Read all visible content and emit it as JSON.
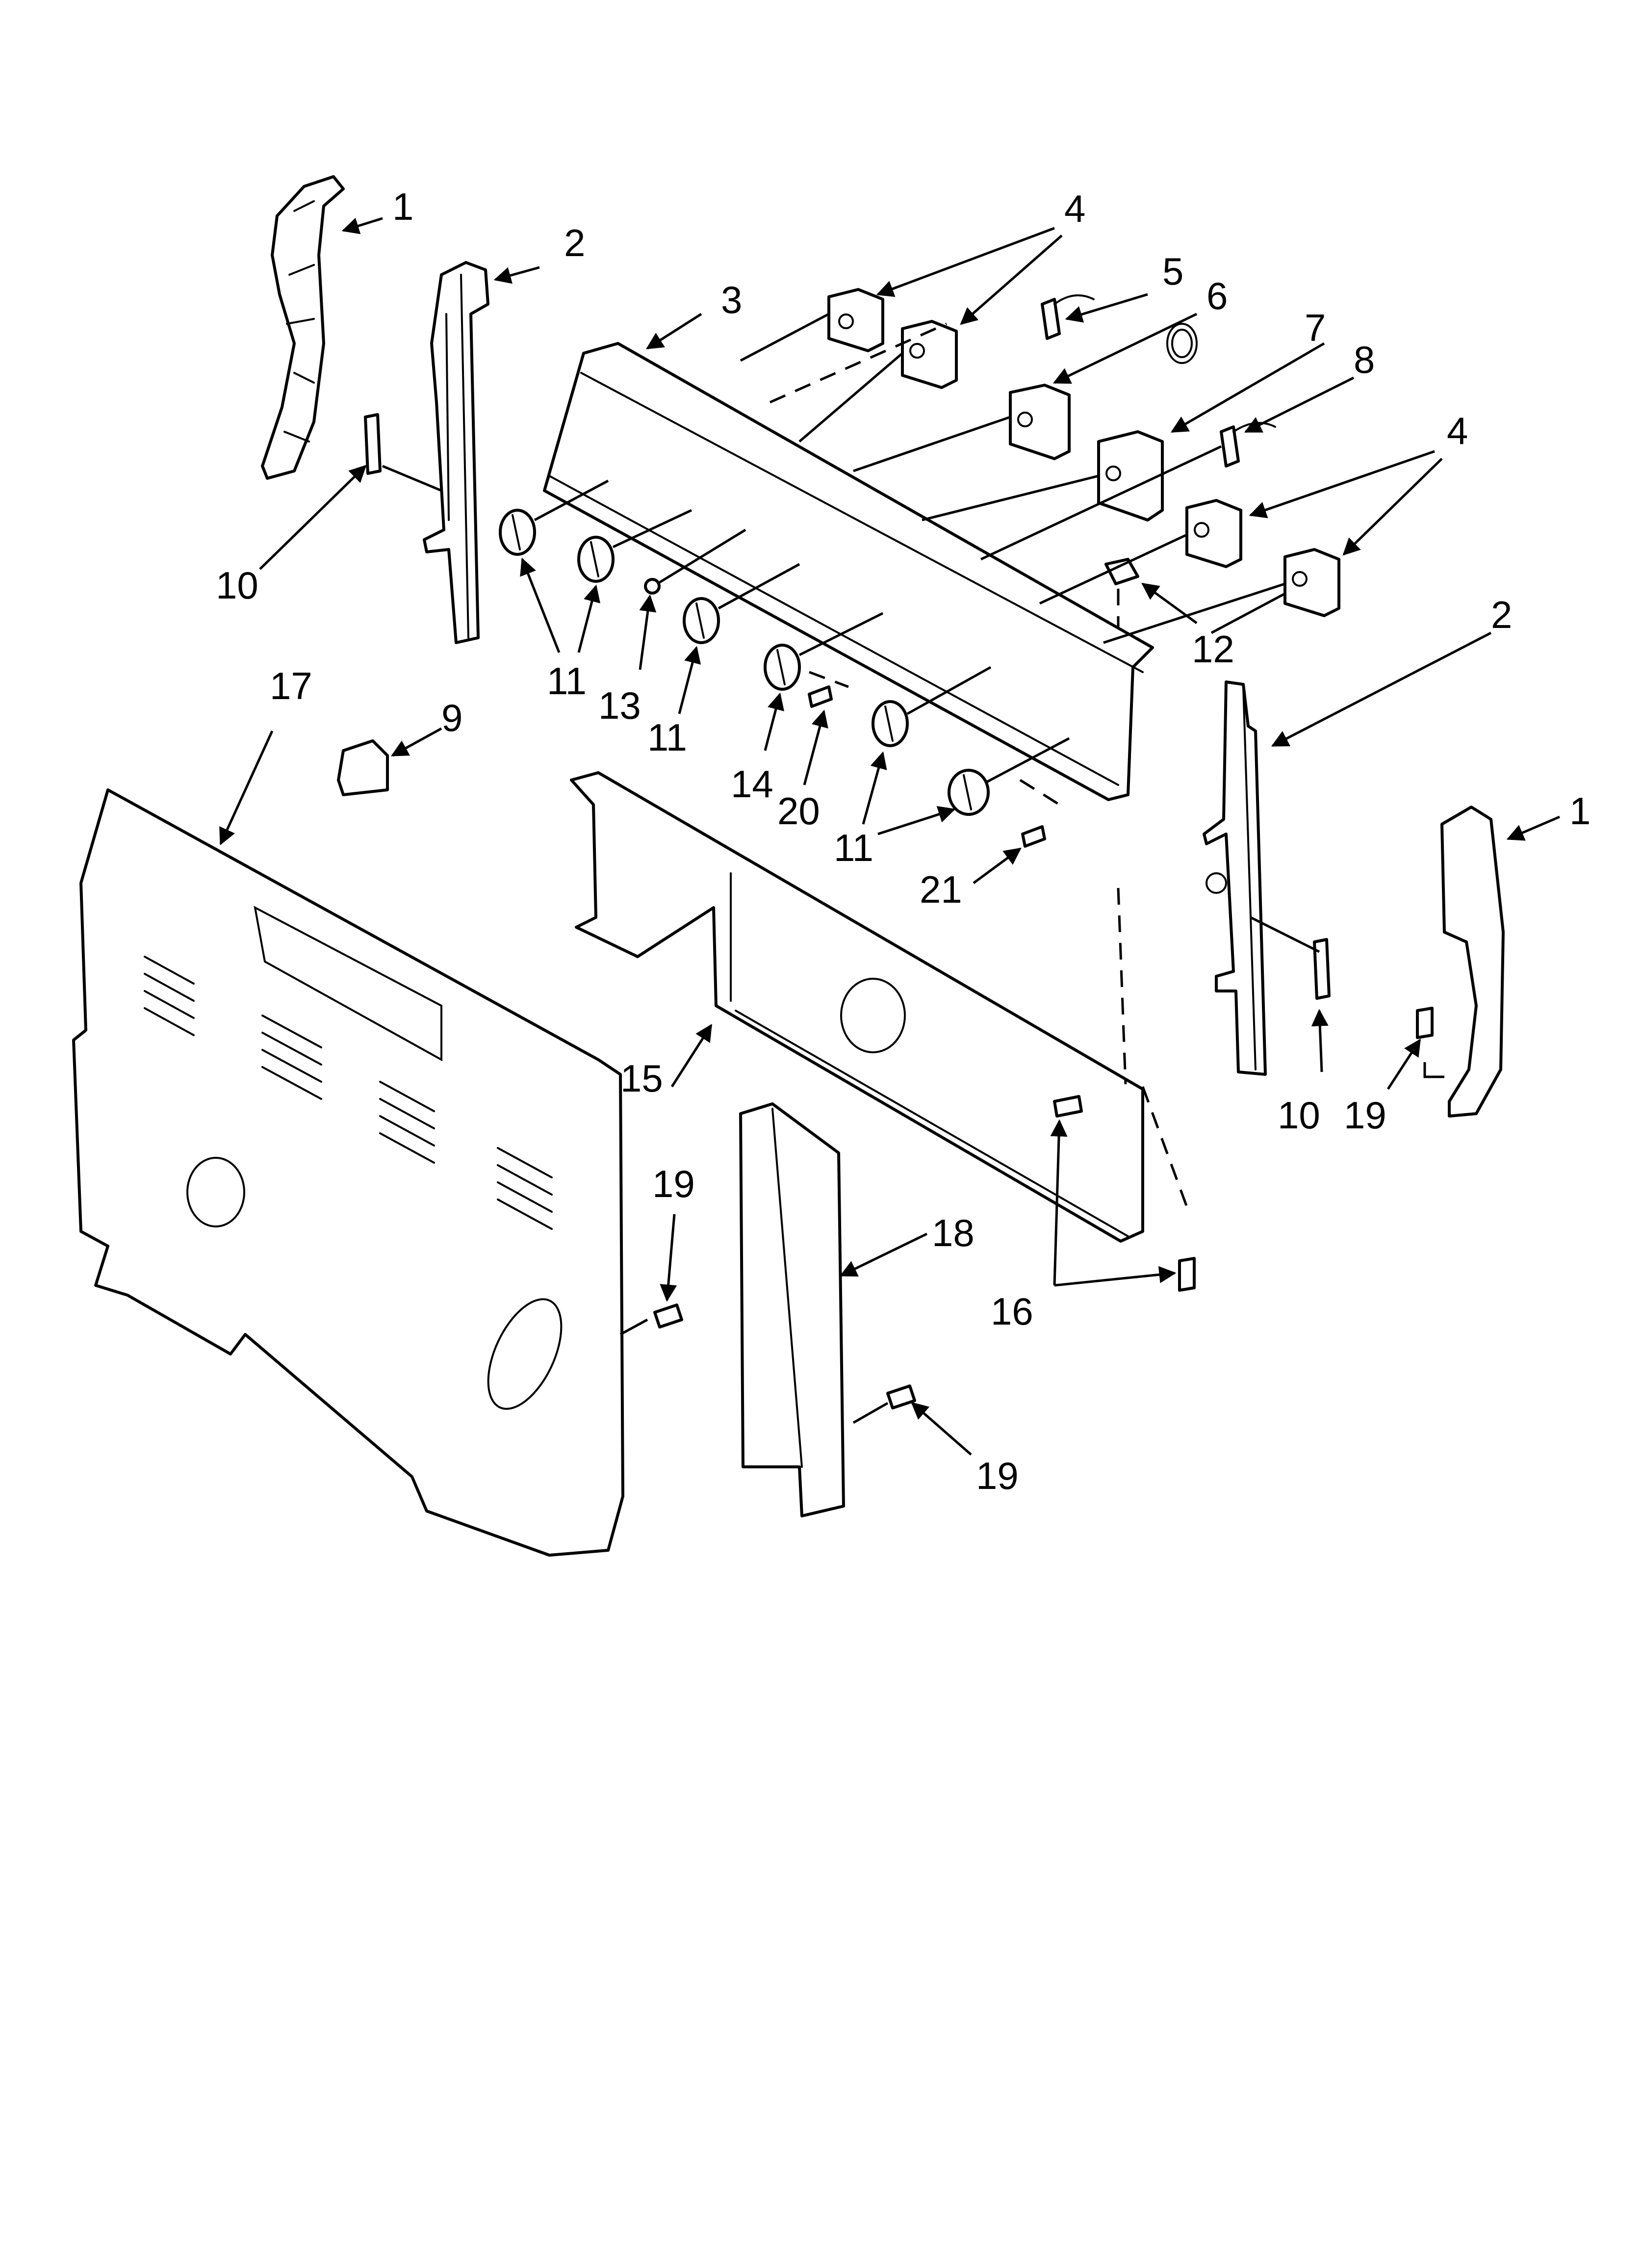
{
  "diagram": {
    "callouts": [
      {
        "id": "c1a",
        "text": "1"
      },
      {
        "id": "c1b",
        "text": "1"
      },
      {
        "id": "c2a",
        "text": "2"
      },
      {
        "id": "c2b",
        "text": "2"
      },
      {
        "id": "c3",
        "text": "3"
      },
      {
        "id": "c4a",
        "text": "4"
      },
      {
        "id": "c4b",
        "text": "4"
      },
      {
        "id": "c5",
        "text": "5"
      },
      {
        "id": "c6",
        "text": "6"
      },
      {
        "id": "c7",
        "text": "7"
      },
      {
        "id": "c8",
        "text": "8"
      },
      {
        "id": "c9",
        "text": "9"
      },
      {
        "id": "c10a",
        "text": "10"
      },
      {
        "id": "c10b",
        "text": "10"
      },
      {
        "id": "c11a",
        "text": "11"
      },
      {
        "id": "c11b",
        "text": "11"
      },
      {
        "id": "c11c",
        "text": "11"
      },
      {
        "id": "c12",
        "text": "12"
      },
      {
        "id": "c13",
        "text": "13"
      },
      {
        "id": "c14",
        "text": "14"
      },
      {
        "id": "c15",
        "text": "15"
      },
      {
        "id": "c16",
        "text": "16"
      },
      {
        "id": "c17",
        "text": "17"
      },
      {
        "id": "c18",
        "text": "18"
      },
      {
        "id": "c19a",
        "text": "19"
      },
      {
        "id": "c19b",
        "text": "19"
      },
      {
        "id": "c19c",
        "text": "19"
      },
      {
        "id": "c20",
        "text": "20"
      },
      {
        "id": "c21",
        "text": "21"
      }
    ]
  }
}
